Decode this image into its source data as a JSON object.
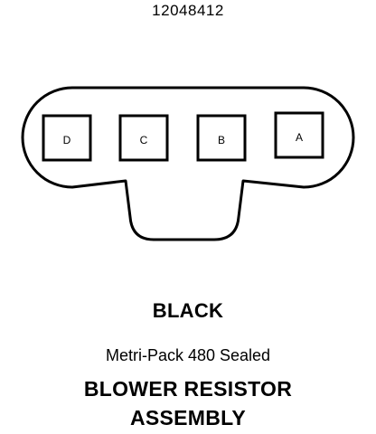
{
  "part_number": "12048412",
  "connector": {
    "pins": [
      "D",
      "C",
      "B",
      "A"
    ],
    "color": "BLACK",
    "type": "Metri-Pack 480 Sealed"
  },
  "assembly": {
    "line1": "BLOWER RESISTOR",
    "line2": "ASSEMBLY"
  }
}
